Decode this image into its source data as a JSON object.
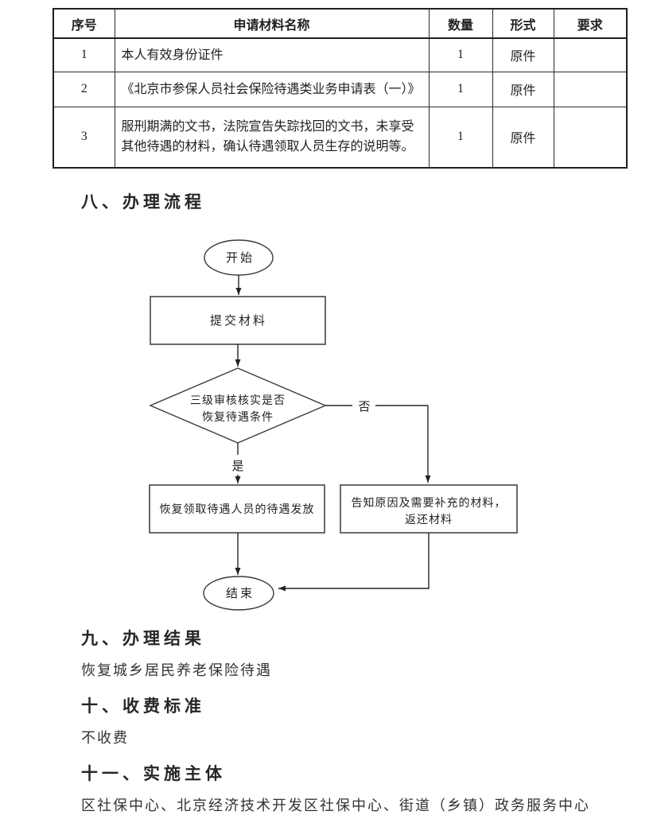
{
  "table": {
    "headers": {
      "no": "序号",
      "name": "申请材料名称",
      "qty": "数量",
      "form": "形式",
      "req": "要求"
    },
    "rows": [
      {
        "no": "1",
        "name": "本人有效身份证件",
        "qty": "1",
        "form": "原件",
        "req": ""
      },
      {
        "no": "2",
        "name": "《北京市参保人员社会保险待遇类业务申请表（一）》",
        "qty": "1",
        "form": "原件",
        "req": ""
      },
      {
        "no": "3",
        "name": "服刑期满的文书，法院宣告失踪找回的文书，未享受其他待遇的材料，确认待遇领取人员生存的说明等。",
        "qty": "1",
        "form": "原件",
        "req": ""
      }
    ]
  },
  "sections": {
    "process_flow": {
      "heading": "八、办理流程"
    },
    "result": {
      "heading": "九、办理结果",
      "body": "恢复城乡居民养老保险待遇"
    },
    "fee": {
      "heading": "十、收费标准",
      "body": "不收费"
    },
    "implementer": {
      "heading": "十一、实施主体",
      "body": "区社保中心、北京经济技术开发区社保中心、街道（乡镇）政务服务中心"
    }
  },
  "flowchart": {
    "start": "开始",
    "submit": "提交材料",
    "decision_line1": "三级审核核实是否",
    "decision_line2": "恢复待遇条件",
    "no_label": "否",
    "yes_label": "是",
    "approve": "恢复领取待遇人员的待遇发放",
    "reject_line1": "告知原因及需要补充的材料，",
    "reject_line2": "返还材料",
    "end": "结束"
  },
  "colors": {
    "line": "#262626",
    "border_outer": "#1f1f1f",
    "text": "#2a2a2a"
  }
}
